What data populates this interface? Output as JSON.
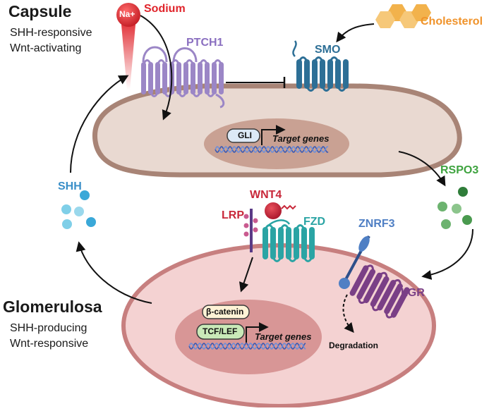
{
  "colors": {
    "capsule_cell": "#e9d9d1",
    "capsule_border": "#a88476",
    "glom_cell": "#f4d2d2",
    "glom_border": "#c77f7f",
    "nucleus_capsule": "#c9a193",
    "nucleus_glom": "#d89696",
    "ptch1": "#9b86c6",
    "smo": "#2d6f96",
    "fzd": "#2aa4a4",
    "lgr": "#7a3f86",
    "wnt4": "#c8283a",
    "sodium": "#e0242b",
    "cholesterol": "#f2b24c",
    "shh": "#56c0de",
    "rspo3": "#4a9a4f",
    "znrf3": "#4f7fc4",
    "dna": "#3b5ab3"
  },
  "capsule": {
    "title": "Capsule",
    "line1": "SHH-responsive",
    "line2": "Wnt-activating"
  },
  "glomerulosa": {
    "title": "Glomerulosa",
    "line1": "SHH-producing",
    "line2": "Wnt-responsive"
  },
  "labels": {
    "sodium": "Sodium",
    "na_ion": "Na+",
    "ptch1": "PTCH1",
    "smo": "SMO",
    "cholesterol": "Cholesterol",
    "gli": "GLI",
    "target_genes": "Target genes",
    "shh": "SHH",
    "rspo3": "RSPO3",
    "wnt4": "WNT4",
    "lrp": "LRP",
    "fzd": "FZD",
    "znrf3": "ZNRF3",
    "lgr": "LGR",
    "beta_catenin": "β-catenin",
    "tcf_lef": "TCF/LEF",
    "target_genes_2": "Target genes",
    "degradation": "Degradation"
  }
}
